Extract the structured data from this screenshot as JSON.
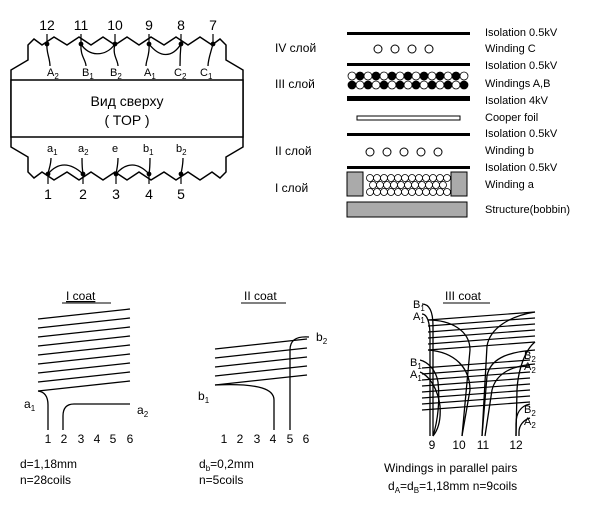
{
  "top_view": {
    "title": "Вид сверху",
    "subtitle": "( TOP )",
    "pins_top": [
      "12",
      "11",
      "10",
      "9",
      "8",
      "7"
    ],
    "pins_bottom": [
      "1",
      "2",
      "3",
      "4",
      "5"
    ],
    "labels_top": [
      {
        "base": "A",
        "sub": "2"
      },
      {
        "base": "B",
        "sub": "1"
      },
      {
        "base": "B",
        "sub": "2"
      },
      {
        "base": "A",
        "sub": "1"
      },
      {
        "base": "C",
        "sub": "2"
      },
      {
        "base": "C",
        "sub": "1"
      }
    ],
    "labels_bottom": [
      {
        "base": "a",
        "sub": "1"
      },
      {
        "base": "a",
        "sub": "2"
      },
      {
        "base": "e",
        "sub": ""
      },
      {
        "base": "b",
        "sub": "1"
      },
      {
        "base": "b",
        "sub": "2"
      }
    ]
  },
  "layers": {
    "names": [
      "IV слой",
      "III слой",
      "II слой",
      "I слой"
    ],
    "items": [
      "Isolation 0.5kV",
      "Winding C",
      "Isolation 0.5kV",
      "Windings A,B",
      "Isolation 4kV",
      "Cooper foil",
      "Isolation 0.5kV",
      "Winding b",
      "Isolation 0.5kV",
      "Winding a",
      "Structure(bobbin)"
    ]
  },
  "coats": {
    "coat1": {
      "title": "I coat",
      "start": {
        "base": "a",
        "sub": "1"
      },
      "end": {
        "base": "a",
        "sub": "2"
      },
      "pins": [
        "1",
        "2",
        "3",
        "4",
        "5",
        "6"
      ],
      "line1": "d=1,18mm",
      "line2": "n=28coils"
    },
    "coat2": {
      "title": "II coat",
      "start": {
        "base": "b",
        "sub": "1"
      },
      "end": {
        "base": "b",
        "sub": "2"
      },
      "pins": [
        "1",
        "2",
        "3",
        "4",
        "5",
        "6"
      ],
      "line1": {
        "base": "d",
        "sub": "b",
        "rest": "=0,2mm"
      },
      "line2": "n=5coils"
    },
    "coat3": {
      "title": "III coat",
      "pins": [
        "9",
        "10",
        "11",
        "12"
      ],
      "lead_labels": [
        {
          "base": "B",
          "sub": "1"
        },
        {
          "base": "A",
          "sub": "1"
        },
        {
          "base": "B",
          "sub": "1"
        },
        {
          "base": "A",
          "sub": "1"
        },
        {
          "base": "B",
          "sub": "2"
        },
        {
          "base": "A",
          "sub": "2"
        },
        {
          "base": "B",
          "sub": "2"
        },
        {
          "base": "A",
          "sub": "2"
        }
      ],
      "line1": "Windings in parallel pairs",
      "line2": {
        "p1": "d",
        "s1": "A",
        "p2": "=d",
        "s2": "B",
        "rest": "=1,18mm  n=9coils"
      }
    }
  }
}
